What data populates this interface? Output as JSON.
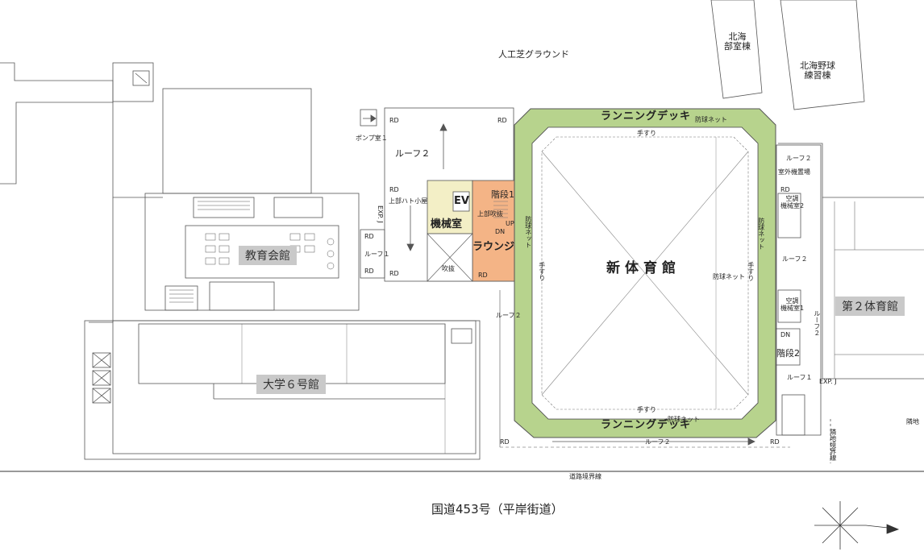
{
  "colors": {
    "running_deck": "#b7d38d",
    "lounge": "#f4b486",
    "machine_room": "#f3efc6",
    "building_badge": "#c9c9c9",
    "line": "#555555"
  },
  "labels": {
    "artificial_turf": "人工芝グラウンド",
    "hokkai_club": "北海\n部室棟",
    "hokkai_baseball": "北海野球\n練習棟",
    "pump_room": "ポンプ室１",
    "roof2_main": "ルーフ２",
    "upper_lounge": "上部ハト小屋",
    "exp_j_left": "EXP. J",
    "ev": "EV",
    "stair1": "階段1",
    "upper_wall": "上部吹抜",
    "up": "UP",
    "dn": "DN",
    "machine_room": "機械室",
    "lounge": "ラウンジ",
    "fukinuke": "吹抜",
    "roof1_left": "ルーフ１",
    "education_hall": "教育会館",
    "university6": "大学６号館",
    "running_deck_top": "ランニングデッキ",
    "running_deck_bottom": "ランニングデッキ",
    "ball_net_top": "防球ネット",
    "ball_net_right": "防球ネット",
    "ball_net_bottom": "防球ネット",
    "ball_net_left_v": "防球ネット",
    "ball_net_right_v": "防球ネット",
    "handrail_top": "手すり",
    "handrail_bottom": "手すり",
    "handrail_left": "手すり",
    "handrail_right": "手すり",
    "new_gym": "新体育館",
    "roof2_left": "ルーフ２",
    "roof2_bottom": "ルーフ２",
    "roof2_right_top": "ルーフ２",
    "outdoor_unit": "室外機置場",
    "ac_room2": "空調\n機械室2",
    "roof2_right_mid": "ルーフ２",
    "ac_room1": "空調\n機械室1",
    "roof2_right_low": "ルーフ２",
    "dn2": "DN",
    "stair2": "階段2",
    "roof1_right": "ルーフ１",
    "exp_j_right": "EXP. J",
    "gym2": "第２体育館",
    "site_boundary": "隣地境界線",
    "site_boundary_edge": "隣地",
    "road_boundary": "道路境界線",
    "national_road": "国道453号（平岸街道）",
    "rd": "RD"
  }
}
